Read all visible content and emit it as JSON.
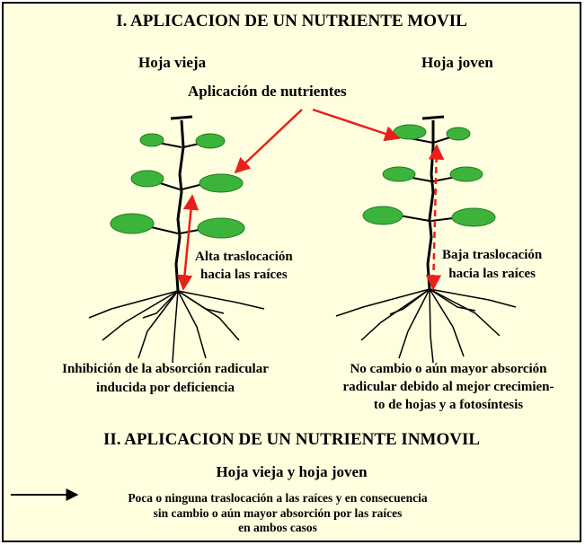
{
  "section1": {
    "title": "I. APLICACION DE UN NUTRIENTE MOVIL",
    "old_leaf_label": "Hoja vieja",
    "young_leaf_label": "Hoja joven",
    "nutrient_application_label": "Aplicación de nutrientes",
    "high_translocation": [
      "Alta traslocación",
      "hacia las raíces"
    ],
    "low_translocation": [
      "Baja traslocación",
      "hacia las raíces"
    ],
    "inhibition_text": [
      "Inhibición de la absorción radicular",
      "inducida por deficiencia"
    ],
    "no_change_text": [
      "No cambio o aún mayor absorción",
      "radicular debido al mejor crecimien-",
      "to de hojas y a fotosíntesis"
    ]
  },
  "section2": {
    "title": "II. APLICACION DE UN NUTRIENTE INMOVIL",
    "both_leaves_label": "Hoja vieja y hoja joven",
    "summary": [
      "Poca o ninguna traslocación  a las raíces y en consecuencia",
      "sin cambio o aún mayor absorción por las raíces",
      "en ambos casos"
    ]
  },
  "colors": {
    "background": "#ffffe0",
    "leaf": "#3cb43c",
    "arrow": "#e8201c",
    "stem": "#000000"
  }
}
